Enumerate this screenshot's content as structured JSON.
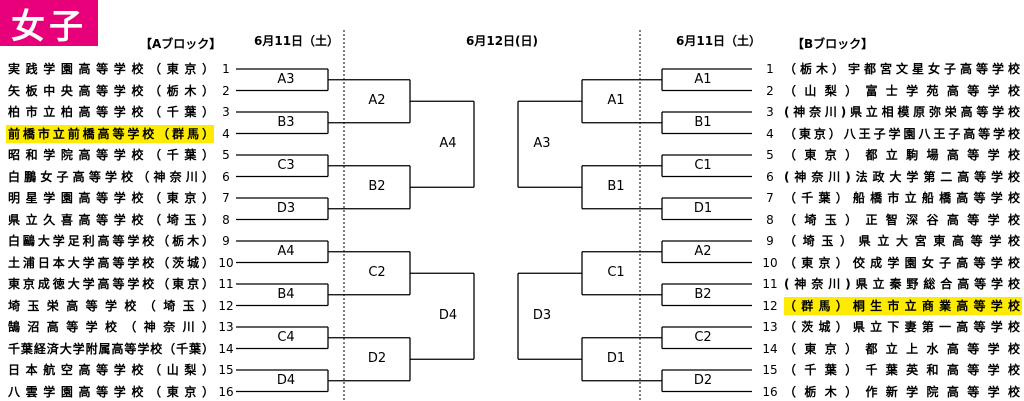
{
  "title_badge": "女子",
  "headers": {
    "block_a": "【Aブロック】",
    "block_b": "【Bブロック】",
    "date_left": "6月11日（土）",
    "date_center": "6月12日(日)",
    "date_right": "6月11日（土）"
  },
  "block_a_teams": [
    {
      "num": "1",
      "name": "実践学園高等学校（東京）",
      "highlight": false
    },
    {
      "num": "2",
      "name": "矢板中央高等学校（栃木）",
      "highlight": false
    },
    {
      "num": "3",
      "name": "柏市立柏高等学校（千葉）",
      "highlight": false
    },
    {
      "num": "4",
      "name": "前橋市立前橋高等学校（群馬）",
      "highlight": true
    },
    {
      "num": "5",
      "name": "昭和学院高等学校（千葉）",
      "highlight": false
    },
    {
      "num": "6",
      "name": "白鵬女子高等学校（神奈川）",
      "highlight": false
    },
    {
      "num": "7",
      "name": "明星学園高等学校（東京）",
      "highlight": false
    },
    {
      "num": "8",
      "name": "県立久喜高等学校（埼玉）",
      "highlight": false
    },
    {
      "num": "9",
      "name": "白鷗大学足利高等学校（栃木）",
      "highlight": false
    },
    {
      "num": "10",
      "name": "土浦日本大学高等学校（茨城）",
      "highlight": false
    },
    {
      "num": "11",
      "name": "東京成徳大学高等学校（東京）",
      "highlight": false
    },
    {
      "num": "12",
      "name": "埼玉栄高等学校（埼玉）",
      "highlight": false
    },
    {
      "num": "13",
      "name": "鵠沼高等学校（神奈川）",
      "highlight": false
    },
    {
      "num": "14",
      "name": "千葉経済大学附属高等学校（千葉）",
      "highlight": false
    },
    {
      "num": "15",
      "name": "日本航空高等学校（山梨）",
      "highlight": false
    },
    {
      "num": "16",
      "name": "八雲学園高等学校（東京）",
      "highlight": false
    }
  ],
  "block_b_teams": [
    {
      "num": "1",
      "name": "（栃木）宇都宮文星女子高等学校",
      "highlight": false
    },
    {
      "num": "2",
      "name": "（山梨）富士学苑高等学校",
      "highlight": false
    },
    {
      "num": "3",
      "name": "(神奈川)県立相模原弥栄高等学校",
      "highlight": false
    },
    {
      "num": "4",
      "name": "（東京）八王子学園八王子高等学校",
      "highlight": false
    },
    {
      "num": "5",
      "name": "（東京）都立駒場高等学校",
      "highlight": false
    },
    {
      "num": "6",
      "name": "(神奈川)法政大学第二高等学校",
      "highlight": false
    },
    {
      "num": "7",
      "name": "（千葉）船橋市立船橋高等学校",
      "highlight": false
    },
    {
      "num": "8",
      "name": "（埼玉）正智深谷高等学校",
      "highlight": false
    },
    {
      "num": "9",
      "name": "（埼玉）県立大宮東高等学校",
      "highlight": false
    },
    {
      "num": "10",
      "name": "（東京）佼成学園女子高等学校",
      "highlight": false
    },
    {
      "num": "11",
      "name": "(神奈川)県立秦野総合高等学校",
      "highlight": false
    },
    {
      "num": "12",
      "name": "（群馬）桐生市立商業高等学校",
      "highlight": true
    },
    {
      "num": "13",
      "name": "（茨城）県立下妻第一高等学校",
      "highlight": false
    },
    {
      "num": "14",
      "name": "（東京）都立上水高等学校",
      "highlight": false
    },
    {
      "num": "15",
      "name": "（千葉）千葉英和高等学校",
      "highlight": false
    },
    {
      "num": "16",
      "name": "（栃木）作新学院高等学校",
      "highlight": false
    }
  ],
  "left_bracket": {
    "round1": [
      "A3",
      "B3",
      "C3",
      "D3",
      "A4",
      "B4",
      "C4",
      "D4"
    ],
    "round2": [
      "A2",
      "B2",
      "C2",
      "D2"
    ],
    "round3": [
      "A4",
      "D4"
    ]
  },
  "right_bracket": {
    "round1": [
      "A1",
      "B1",
      "C1",
      "D1",
      "A2",
      "B2",
      "C2",
      "D2"
    ],
    "round2": [
      "A1",
      "B1",
      "C1",
      "D1"
    ],
    "round3": [
      "A3",
      "D3"
    ]
  }
}
